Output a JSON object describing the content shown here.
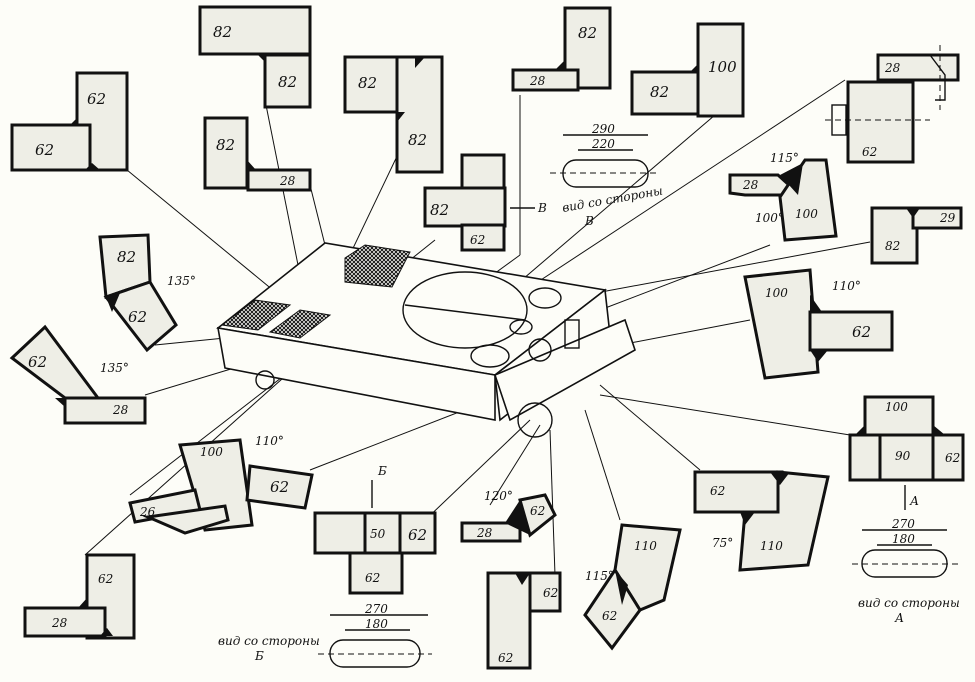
{
  "figure": {
    "subject": "Welded armour hull — joint cross-sections with plate thicknesses (mm) and angles",
    "joints": [
      {
        "id": "j1",
        "labels": [
          "62",
          "62"
        ]
      },
      {
        "id": "j2",
        "labels": [
          "82",
          "82"
        ]
      },
      {
        "id": "j3",
        "labels": [
          "82",
          "28"
        ]
      },
      {
        "id": "j4",
        "labels": [
          "82",
          "82"
        ]
      },
      {
        "id": "j5",
        "labels": [
          "82",
          "62"
        ],
        "view_marker": "В"
      },
      {
        "id": "j6",
        "labels": [
          "28",
          "82"
        ]
      },
      {
        "id": "j7",
        "labels": [
          "82",
          "100"
        ]
      },
      {
        "id": "j8",
        "labels": [
          "28",
          "62"
        ]
      },
      {
        "id": "j9",
        "labels": [
          "28",
          "100"
        ],
        "angles": [
          "115°",
          "100°"
        ]
      },
      {
        "id": "j10",
        "labels": [
          "29",
          "82"
        ]
      },
      {
        "id": "j11",
        "labels": [
          "82",
          "62"
        ],
        "angles": [
          "135°"
        ]
      },
      {
        "id": "j12",
        "labels": [
          "62",
          "28"
        ],
        "angles": [
          "135°"
        ]
      },
      {
        "id": "j13",
        "labels": [
          "100",
          "62"
        ],
        "angles": [
          "110°"
        ]
      },
      {
        "id": "j14",
        "labels": [
          "100",
          "90",
          "62"
        ],
        "view_marker": "А"
      },
      {
        "id": "j15",
        "labels": [
          "100",
          "62",
          "26"
        ],
        "angles": [
          "110°"
        ]
      },
      {
        "id": "j16",
        "labels": [
          "50",
          "62",
          "62"
        ],
        "view_marker": "Б"
      },
      {
        "id": "j17",
        "labels": [
          "28",
          "62"
        ],
        "angles": [
          "120°"
        ]
      },
      {
        "id": "j18",
        "labels": [
          "62",
          "62"
        ]
      },
      {
        "id": "j19",
        "labels": [
          "110",
          "62"
        ],
        "angles": [
          "115°"
        ]
      },
      {
        "id": "j20",
        "labels": [
          "62",
          "110"
        ],
        "angles": [
          "75°"
        ]
      },
      {
        "id": "j21",
        "labels": [
          "62",
          "28"
        ]
      }
    ],
    "views": [
      {
        "id": "view-v",
        "caption_line1": "вид со стороны",
        "caption_line2": "В",
        "outer": "290",
        "inner": "220"
      },
      {
        "id": "view-a",
        "caption_line1": "вид со стороны",
        "caption_line2": "А",
        "outer": "270",
        "inner": "180"
      },
      {
        "id": "view-b",
        "caption_line1": "вид со стороны",
        "caption_line2": "Б",
        "outer": "270",
        "inner": "180"
      }
    ]
  }
}
